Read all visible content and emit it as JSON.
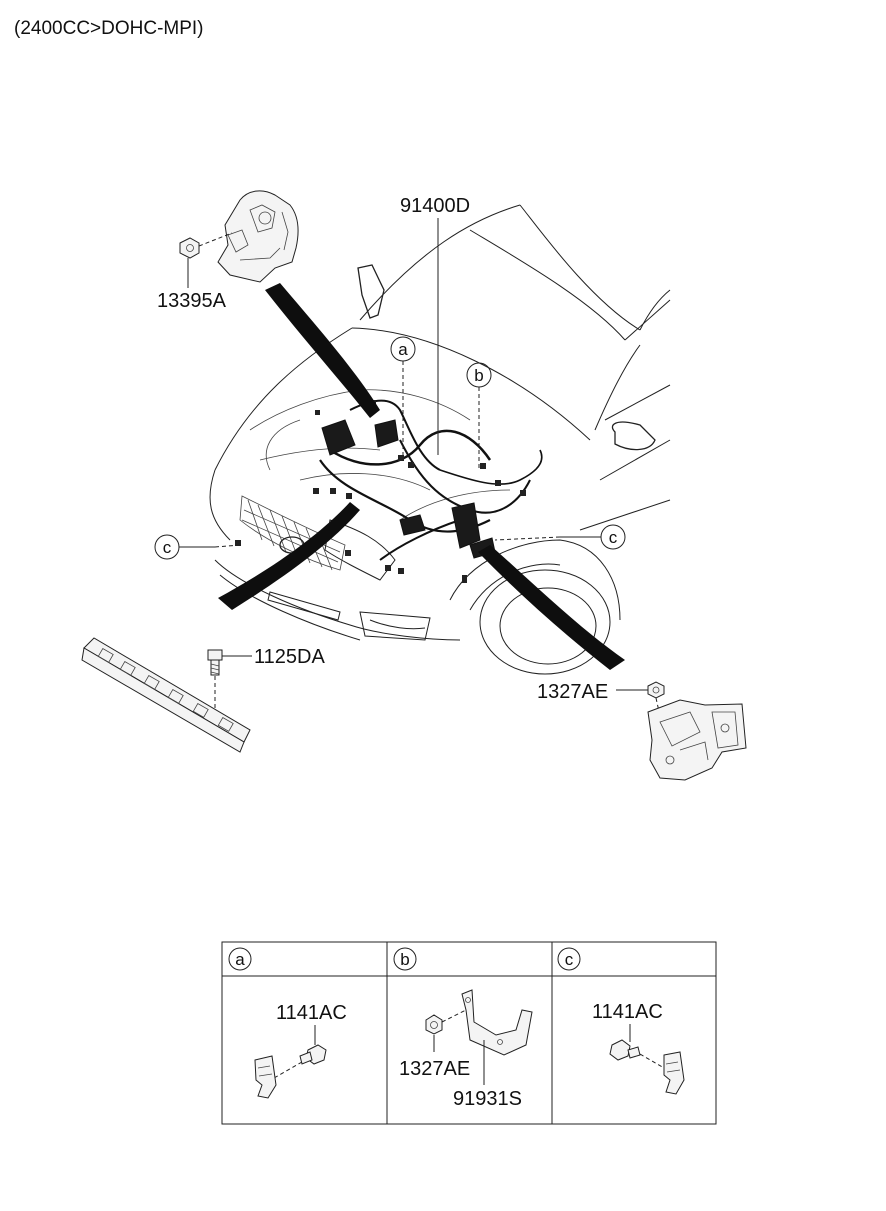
{
  "header": {
    "engine_spec": "(2400CC>DOHC-MPI)"
  },
  "callouts": {
    "harness": "91400D",
    "bracket_nut_left": "13395A",
    "bolt_rail": "1125DA",
    "bracket_nut_right": "1327AE"
  },
  "detail_markers": {
    "a": "a",
    "b": "b",
    "c": "c"
  },
  "detail_table": {
    "panel_a": {
      "header": "a",
      "part": "1141AC"
    },
    "panel_b": {
      "header": "b",
      "nut": "1327AE",
      "bracket": "91931S"
    },
    "panel_c": {
      "header": "c",
      "part": "1141AC"
    }
  }
}
